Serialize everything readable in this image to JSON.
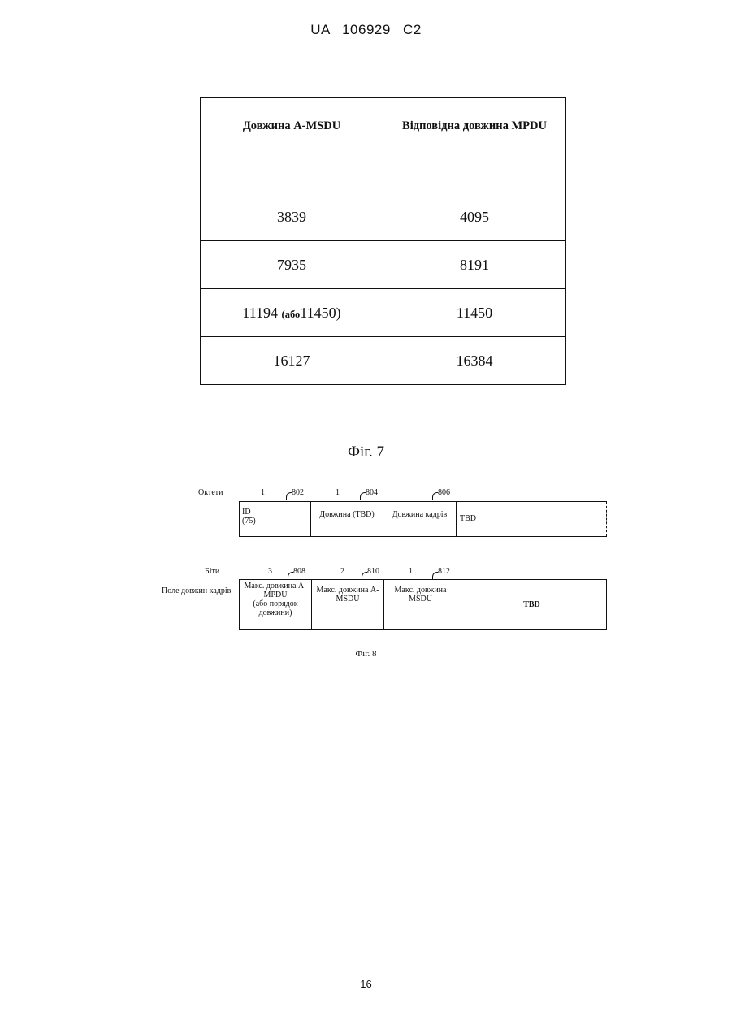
{
  "header": {
    "text": "UA 106929 C2"
  },
  "fig7": {
    "table": {
      "col1_header": "Довжина A-MSDU",
      "col2_header": "Відповідна довжина MPDU",
      "rows": [
        {
          "a": "3839",
          "b": "4095"
        },
        {
          "a": "7935",
          "b": "8191"
        },
        {
          "a_main": "11194",
          "a_sub": "(або",
          "a_tail": "11450)",
          "b": "11450"
        },
        {
          "a": "16127",
          "b": "16384"
        }
      ]
    },
    "caption": "Фіг. 7"
  },
  "fig8": {
    "top": {
      "row_label": "Октети",
      "sizes": [
        "1",
        "1",
        ""
      ],
      "refs": [
        "802",
        "804",
        "806"
      ],
      "cells": [
        {
          "line1": "ID",
          "line2": "(75)"
        },
        {
          "line1": "Довжина (TBD)"
        },
        {
          "line1": "Довжина кадрів"
        },
        {
          "line1": "TBD"
        }
      ]
    },
    "bottom": {
      "row_label": "Біти",
      "field_label": "Поле довжин кадрів",
      "sizes": [
        "3",
        "2",
        "1"
      ],
      "refs": [
        "808",
        "810",
        "812"
      ],
      "cells": [
        {
          "line1": "Макс. довжина A-",
          "line2": "MPDU",
          "line3": "(або порядок",
          "line4": "довжини)"
        },
        {
          "line1": "Макс. довжина A-",
          "line2": "MSDU"
        },
        {
          "line1": "Макс. довжина",
          "line2": "MSDU"
        },
        {
          "line1": "TBD"
        }
      ]
    },
    "caption": "Фіг. 8"
  },
  "page_number": "16"
}
